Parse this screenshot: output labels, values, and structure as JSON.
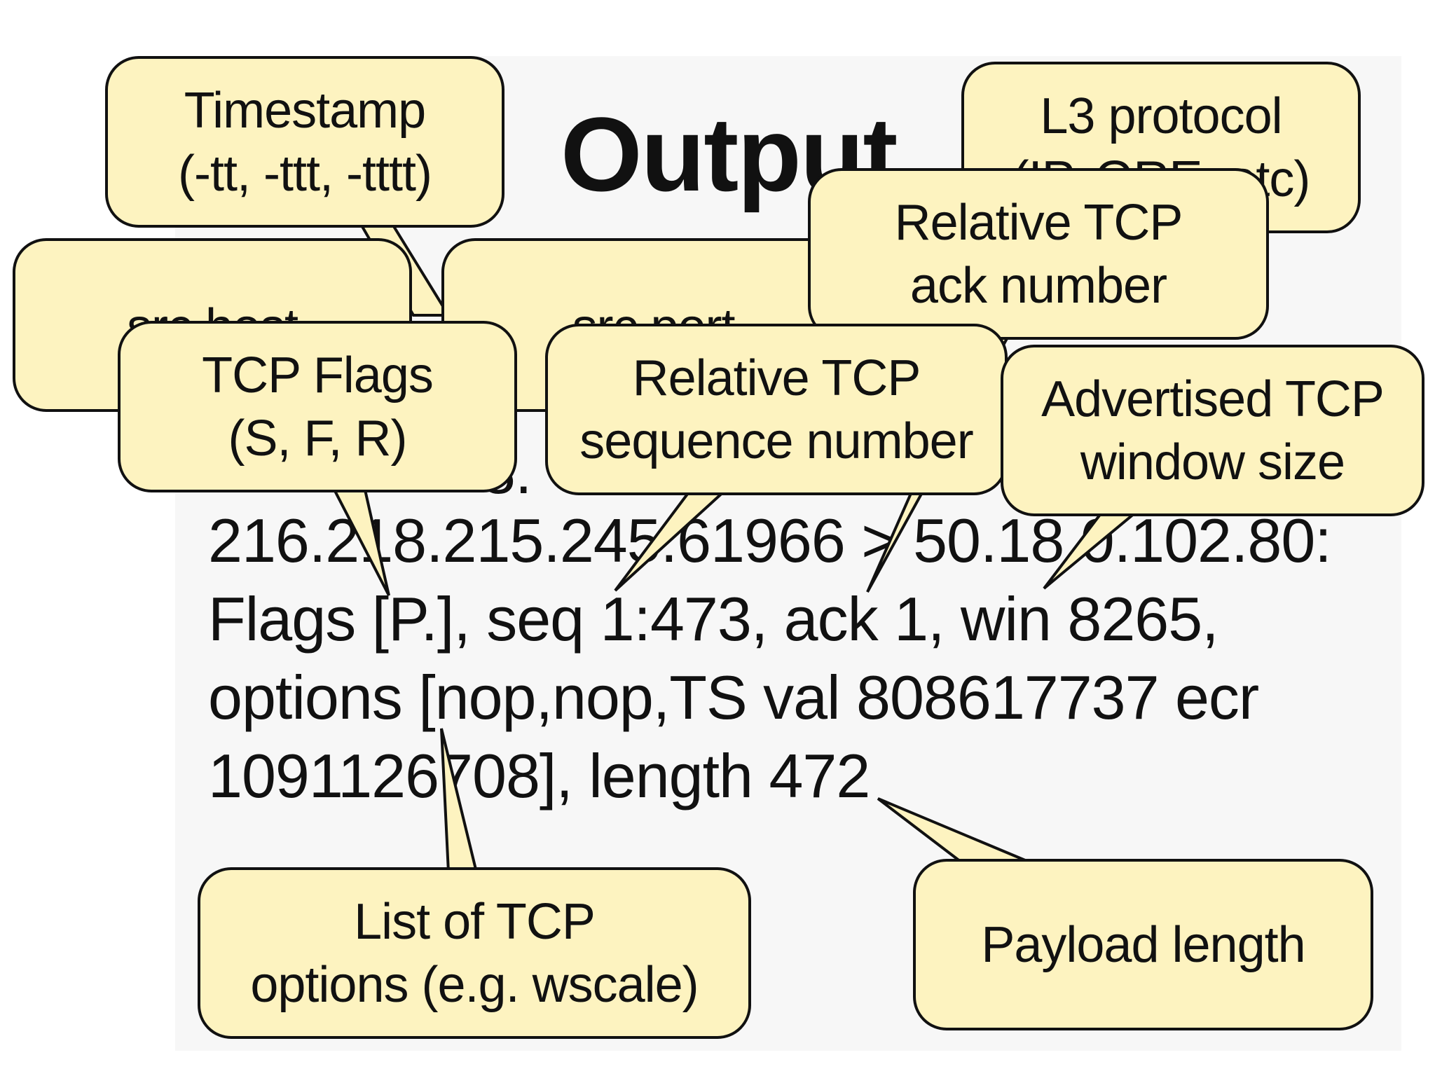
{
  "title": "Output",
  "trace": {
    "line1": "216.218.215.245.61966 > 50.18.0.102.80:",
    "line2": "Flags [P.], seq 1:473, ack 1, win 8265,",
    "line3": "options [nop,nop,TS val 808617737 ecr",
    "line4": "1091126708], length 472"
  },
  "callouts": {
    "timestamp": {
      "line1": "Timestamp",
      "line2": "(-tt, -ttt, -tttt)"
    },
    "l3_protocol": {
      "line1": "L3 protocol",
      "line2": "(IP, GRE, etc)"
    },
    "relative_ack": {
      "line1": "Relative TCP",
      "line2": "ack number"
    },
    "src_host": {
      "line1": "src host"
    },
    "src_port": {
      "line1": "src port"
    },
    "tcp_flags": {
      "line1": "TCP Flags",
      "line2": "(S, F, R)"
    },
    "relative_seq": {
      "line1": "Relative TCP",
      "line2": "sequence number"
    },
    "advertised_window": {
      "line1": "Advertised TCP",
      "line2": "window size"
    },
    "tcp_options": {
      "line1": "List of TCP",
      "line2": "options (e.g. wscale)"
    },
    "payload_length": {
      "line1": "Payload length"
    }
  },
  "colors": {
    "callout_fill": "#fdf3c0",
    "callout_border": "#111111",
    "panel": "#f7f7f7"
  }
}
